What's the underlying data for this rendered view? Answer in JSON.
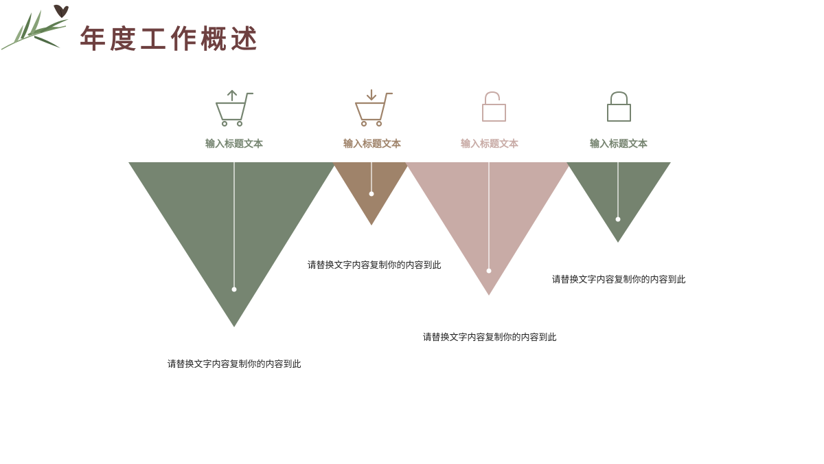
{
  "slide": {
    "title": "年度工作概述"
  },
  "colors": {
    "title": "#6e4040",
    "green": "#768571",
    "brown": "#9f836a",
    "pink": "#c8aba6",
    "gray_green": "#75836f"
  },
  "items": [
    {
      "icon": "cart-upload-icon",
      "label": "输入标题文本",
      "desc": "请替换文字内容复制你的内容到此",
      "color": "#768571"
    },
    {
      "icon": "cart-download-icon",
      "label": "输入标题文本",
      "desc": "请替换文字内容复制你的内容到此",
      "color": "#9f836a"
    },
    {
      "icon": "unlock-icon",
      "label": "输入标题文本",
      "desc": "请替换文字内容复制你的内容到此",
      "color": "#c8aba6"
    },
    {
      "icon": "lock-icon",
      "label": "输入标题文本",
      "desc": "请替换文字内容复制你的内容到此",
      "color": "#75836f"
    }
  ]
}
